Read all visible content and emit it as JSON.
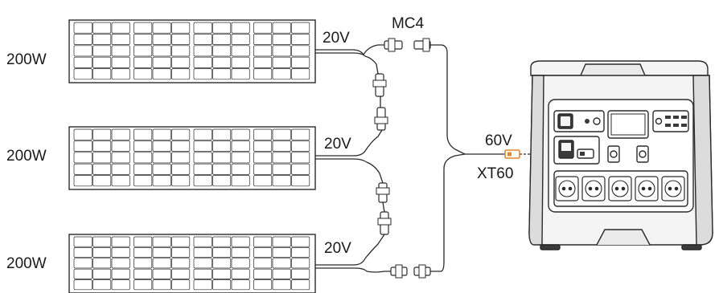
{
  "panels": [
    {
      "power": "200W",
      "voltage": "20V"
    },
    {
      "power": "200W",
      "voltage": "20V"
    },
    {
      "power": "200W",
      "voltage": "20V"
    }
  ],
  "labels": {
    "connector_mc4": "MC4",
    "total_voltage": "60V",
    "connector_xt60": "XT60"
  },
  "colors": {
    "line": "#2a2a2a",
    "cell_fill": "#ffffff",
    "station_body": "#f4f4f4",
    "station_dark": "#3a3a3a",
    "accent_orange": "#e08a2c"
  }
}
